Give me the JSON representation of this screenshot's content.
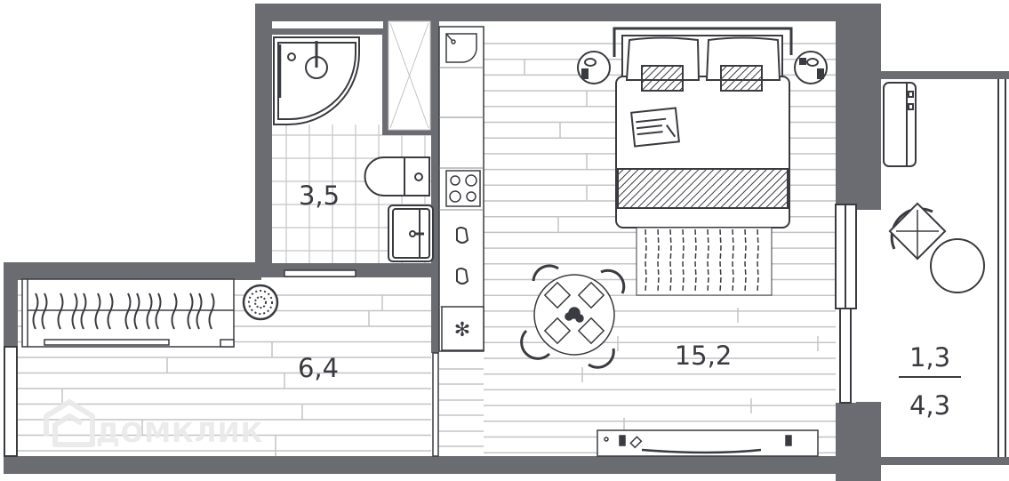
{
  "plan": {
    "colors": {
      "wall": "#6b6c71",
      "line": "#3a3b40",
      "floor_line": "#c4c4c6",
      "watermark": "#e9e9eb"
    },
    "rooms": [
      {
        "id": "bathroom",
        "area": "3,5"
      },
      {
        "id": "hallway",
        "area": "6,4"
      },
      {
        "id": "living-room",
        "area": "15,2"
      },
      {
        "id": "balcony",
        "area_top": "1,3",
        "area_bottom": "4,3"
      }
    ],
    "watermark": "ДОМКЛИК",
    "fixtures": [
      "corner-shower",
      "ventilation-shaft",
      "toilet",
      "bathroom-sink",
      "kitchen-sink",
      "cooktop",
      "kettle",
      "cups",
      "fridge",
      "double-bed",
      "nightstand-left",
      "nightstand-right",
      "rug",
      "dining-table",
      "chair",
      "tv-console",
      "wardrobe",
      "plant",
      "air-conditioner",
      "balcony-chair",
      "balcony-table"
    ]
  }
}
